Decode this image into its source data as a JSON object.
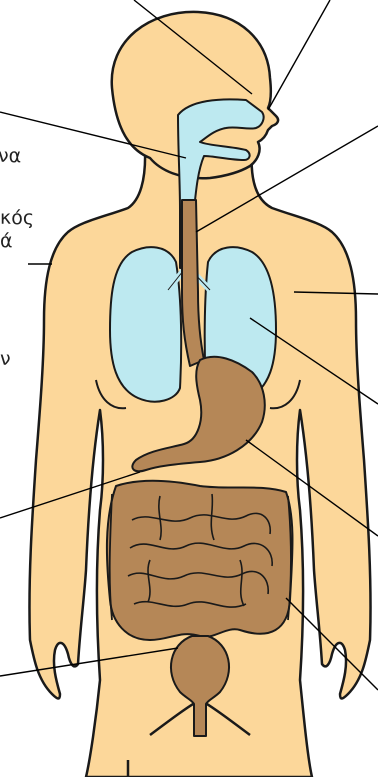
{
  "diagram": {
    "subject": "human-body-respiratory-digestive",
    "labels": [
      "να",
      "κός",
      "ά",
      "ν"
    ],
    "colors": {
      "skin": "#FCD79A",
      "respiratory": "#BDE9F0",
      "digestive": "#B58757",
      "outline": "#1a1a1a",
      "leader_line": "#000000",
      "background": "#ffffff"
    }
  }
}
